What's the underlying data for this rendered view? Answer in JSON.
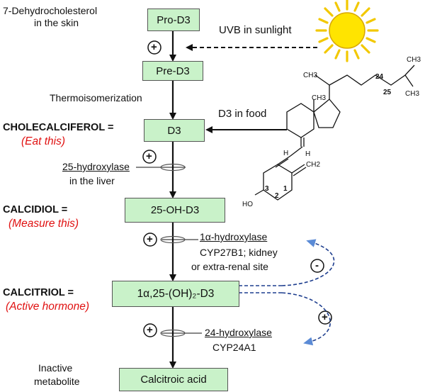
{
  "boxes": {
    "pro_d3": "Pro-D3",
    "pre_d3": "Pre-D3",
    "d3": "D3",
    "oh_d3": "25-OH-D3",
    "active": "1α,25-(OH)₂-D3",
    "calcitroic": "Calcitroic acid"
  },
  "labels": {
    "dehydro_line1": "7-Dehydrocholesterol",
    "dehydro_line2": "in the skin",
    "uvb": "UVB in sunlight",
    "thermo": "Thermoisomerization",
    "d3_food": "D3 in food",
    "chole": "CHOLECALCIFEROL =",
    "chole_note": "(Eat this)",
    "hydroxylase25": "25-hydroxylase",
    "liver": "in the liver",
    "calcidiol": "CALCIDIOL =",
    "calcidiol_note": "(Measure this)",
    "hydroxylase1a": "1α-hydroxylase",
    "cyp27b1": "CYP27B1; kidney",
    "extrarenal": "or extra-renal site",
    "calcitriol": "CALCITRIOL =",
    "calcitriol_note": "(Active hormone)",
    "hydroxylase24": "24-hydroxylase",
    "cyp24a1": "CYP24A1",
    "inactive1": "Inactive",
    "inactive2": "metabolite"
  },
  "signs": {
    "plus": "+",
    "minus": "-"
  },
  "structure": {
    "ch3_a": "CH3",
    "ch3_b": "CH3",
    "ch3_c": "CH3",
    "ch3_d": "CH3",
    "c24": "24",
    "c25": "25",
    "h1": "H",
    "h2": "H",
    "ch2": "CH2",
    "ho": "HO",
    "n1": "1",
    "n2": "2",
    "n3": "3"
  },
  "colors": {
    "box_fill": "#c9f2c9",
    "emphasis": "#e01010",
    "feedback": "#1f3f8f",
    "arrowhead_blue": "#5b8bd6",
    "sun": "#ffe400",
    "sun_rays": "#f2c800"
  }
}
